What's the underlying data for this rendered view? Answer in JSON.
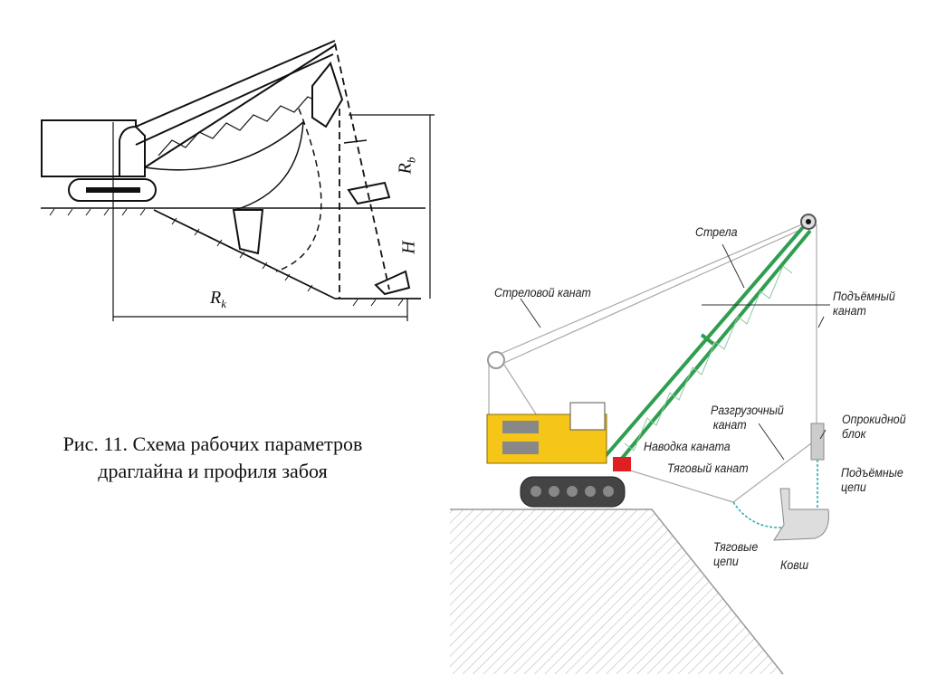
{
  "caption": {
    "line1": "Рис. 11. Схема рабочих параметров",
    "line2": "драглайна и профиля забоя"
  },
  "schematic": {
    "dims": {
      "rb": "R",
      "rb_sub": "b",
      "h": "H",
      "rk": "R",
      "rk_sub": "k"
    }
  },
  "illustration": {
    "colors": {
      "boom": "#2e9e4f",
      "cab": "#f5c518",
      "bracket": "#e02020"
    },
    "labels": {
      "boom": "Стрела",
      "boom_rope": "Стреловой канат",
      "hoist_rope_1": "Подъёмный",
      "hoist_rope_2": "канат",
      "dump_rope_1": "Разгрузочный",
      "dump_rope_2": "канат",
      "dump_block_1": "Опрокидной",
      "dump_block_2": "блок",
      "fairlead": "Наводка каната",
      "drag_rope": "Тяговый канат",
      "hoist_chains_1": "Подъёмные",
      "hoist_chains_2": "цепи",
      "drag_chains_1": "Тяговые",
      "drag_chains_2": "цепи",
      "bucket": "Ковш"
    }
  }
}
